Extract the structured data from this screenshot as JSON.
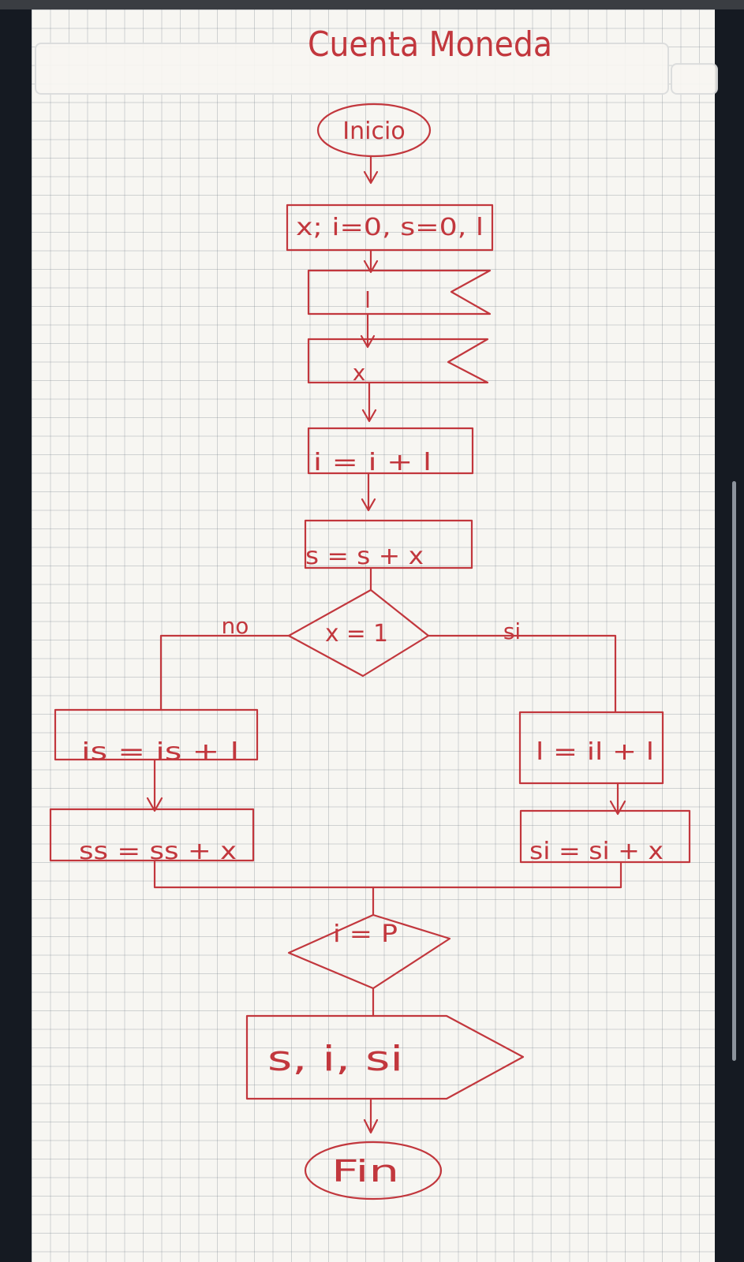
{
  "title": "Cuenta Moneda",
  "nodes": {
    "start": "Inicio",
    "declare": "x; i=0, s=0, l",
    "input_l": "l",
    "input_x": "x",
    "inc_i": "i = i + l",
    "acc_s": "s = s + x",
    "decision_x": "x = 1",
    "no_label": "no",
    "yes_label": "si",
    "no_inc": "is = is + l",
    "no_acc": "ss = ss + x",
    "yes_inc": "l = il + l",
    "yes_acc": "si = si + x",
    "decision_end": "i = P",
    "output": "s, i, si",
    "end": "Fin"
  },
  "colors": {
    "ink": "#c2373d",
    "paper": "#f7f6f2",
    "grid": "#9aa3ab",
    "frame": "#151a22"
  }
}
